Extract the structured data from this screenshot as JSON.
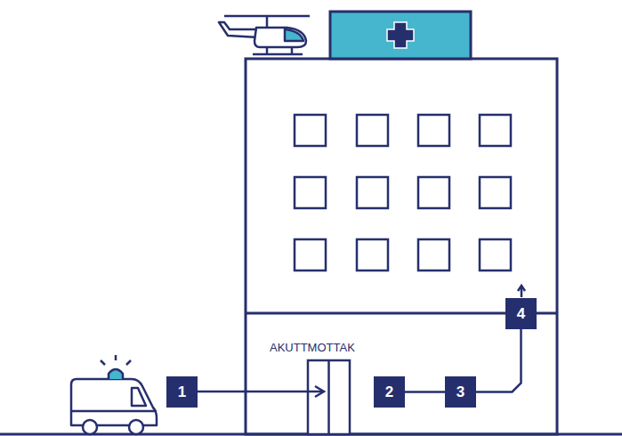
{
  "diagram": {
    "nodes": [
      {
        "text": [
          "1"
        ]
      },
      {
        "text": [
          "2"
        ]
      },
      {
        "text": [
          "3"
        ]
      },
      {
        "text": [
          "4"
        ]
      }
    ],
    "edges": [
      {
        "from": 1,
        "to": 2,
        "arrow": "none"
      },
      {
        "from": 2,
        "to": 3,
        "arrow": "none"
      }
    ],
    "labels": [
      "AKUTTMOTTAK"
    ]
  }
}
